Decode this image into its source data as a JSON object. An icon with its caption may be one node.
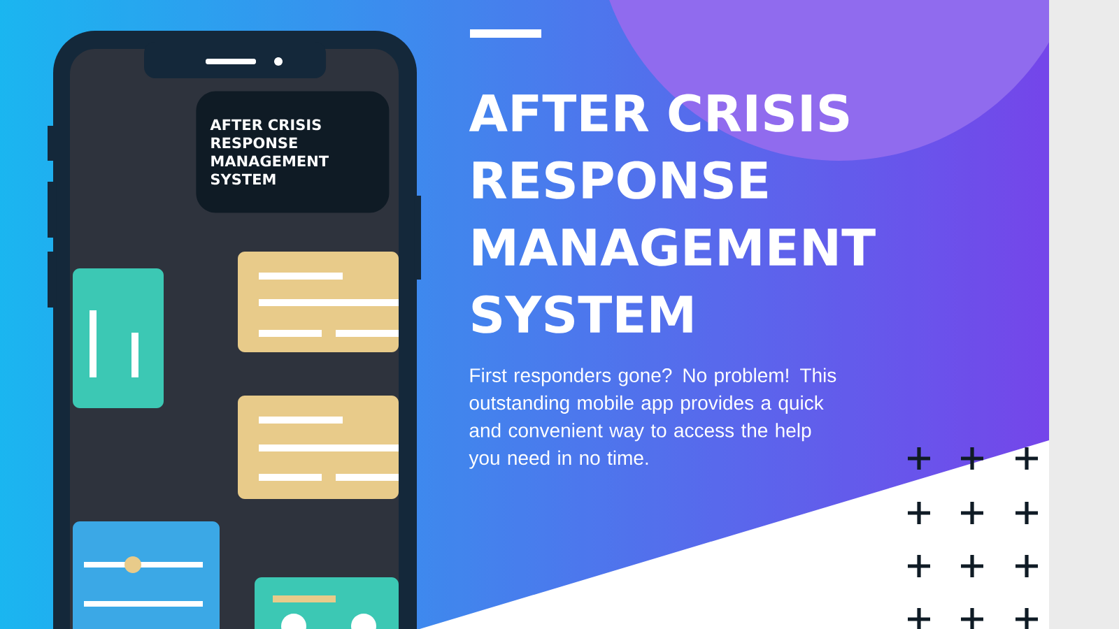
{
  "diagram": {
    "title": "AFTER CRISIS RESPONSE MANAGEMENT SYSTEM",
    "nodes": [
      {
        "text": [
          "AFTER CRISIS RESPONSE MANAGEMENT SYSTEM"
        ]
      }
    ],
    "labels": [
      "First responders gone? No problem! This outstanding mobile app provides a quick and convenient way to access the help you need in no time."
    ]
  }
}
